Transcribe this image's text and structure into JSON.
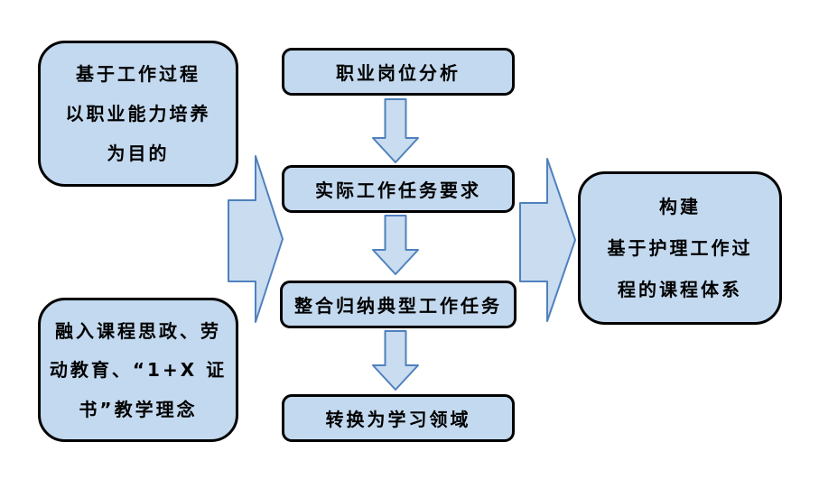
{
  "diagram": {
    "title": "course-construction-flowchart",
    "left_boxes": [
      {
        "name": "principle-work-process",
        "lines": [
          "基于工作过程",
          "以职业能力培养",
          "为目的"
        ]
      },
      {
        "name": "principle-ideology",
        "lines": [
          "融入课程思政、劳",
          "动教育、“1+X 证",
          "书”教学理念"
        ]
      }
    ],
    "process_boxes": [
      {
        "label": "职业岗位分析"
      },
      {
        "label": "实际工作任务要求"
      },
      {
        "label": "整合归纳典型工作任务"
      },
      {
        "label": "转换为学习领域"
      }
    ],
    "result_box": {
      "lines": [
        "构建",
        "基于护理工作过",
        "程的课程体系"
      ]
    },
    "colors": {
      "box_fill": "#c3d9ef",
      "box_border": "#000000",
      "arrow_fill": "#c9dcf0",
      "arrow_stroke": "#4f81bd"
    }
  }
}
